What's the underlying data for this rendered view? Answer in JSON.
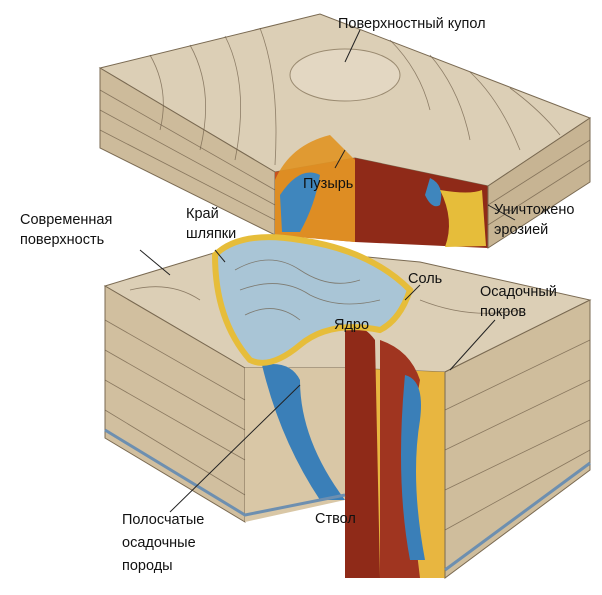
{
  "title": "Соляной купол",
  "labels": {
    "surface_dome": "Поверхностный купол",
    "bubble": "Пузырь",
    "eroded_1": "Уничтожено",
    "eroded_2": "эрозией",
    "modern_surface_1": "Современная",
    "modern_surface_2": "поверхность",
    "cap_edge_1": "Край",
    "cap_edge_2": "шляпки",
    "salt": "Соль",
    "sediment_cover_1": "Осадочный",
    "sediment_cover_2": "покров",
    "core": "Ядро",
    "banded_1": "Полосчатые",
    "banded_2": "осадочные",
    "banded_3": "породы",
    "stem": "Ствол"
  },
  "colors": {
    "rock": "#d9cdb4",
    "rock_side": "#c9b89a",
    "salt_red": "#9b2b1a",
    "salt_orange": "#d9801f",
    "yellow": "#e8c23a",
    "blue": "#3a7fb8",
    "light_blue": "#a8c4d4"
  }
}
